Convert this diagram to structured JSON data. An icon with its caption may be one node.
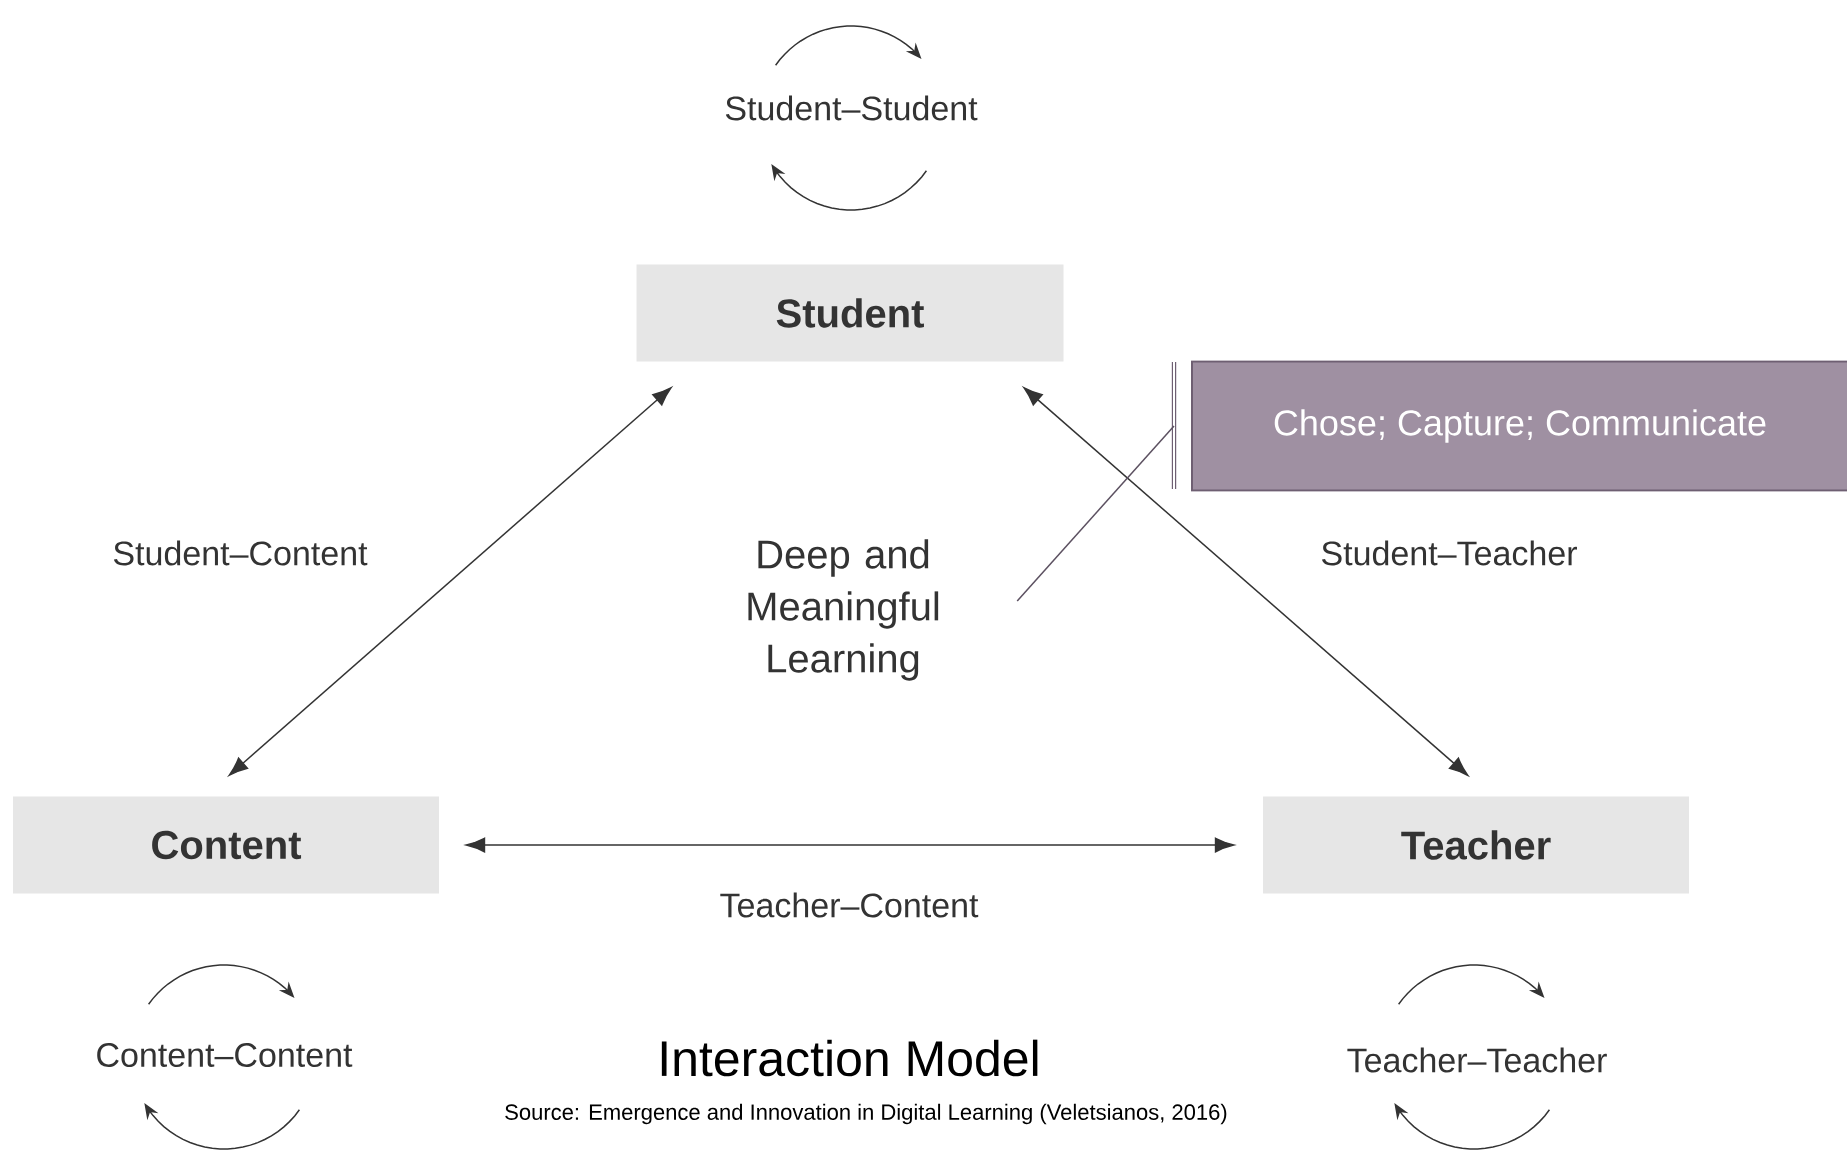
{
  "diagram": {
    "title": "Interaction Model",
    "caption": "Source: Emergence and Innovation in Digital Learning (Veletsianos, 2016)",
    "nodes": [
      {
        "text": [
          "Student"
        ]
      },
      {
        "text": [
          "Content"
        ]
      },
      {
        "text": [
          "Teacher"
        ]
      },
      {
        "text": [
          "Deep and Meaningful Learning"
        ]
      },
      {
        "text": [
          "Chose; Capture; Communicate"
        ]
      }
    ],
    "edges": [
      {
        "from": 0,
        "to": 1,
        "arrow": "both",
        "label": "Student–Content"
      },
      {
        "from": 0,
        "to": 2,
        "arrow": "both",
        "label": "Student–Teacher"
      },
      {
        "from": 1,
        "to": 2,
        "arrow": "both",
        "label": "Teacher–Content"
      },
      {
        "from": 4,
        "to": 3,
        "arrow": "none",
        "color": "#5c5161"
      }
    ],
    "labels": [
      "Student–Student",
      "Content–Content",
      "Teacher–Teacher"
    ]
  }
}
